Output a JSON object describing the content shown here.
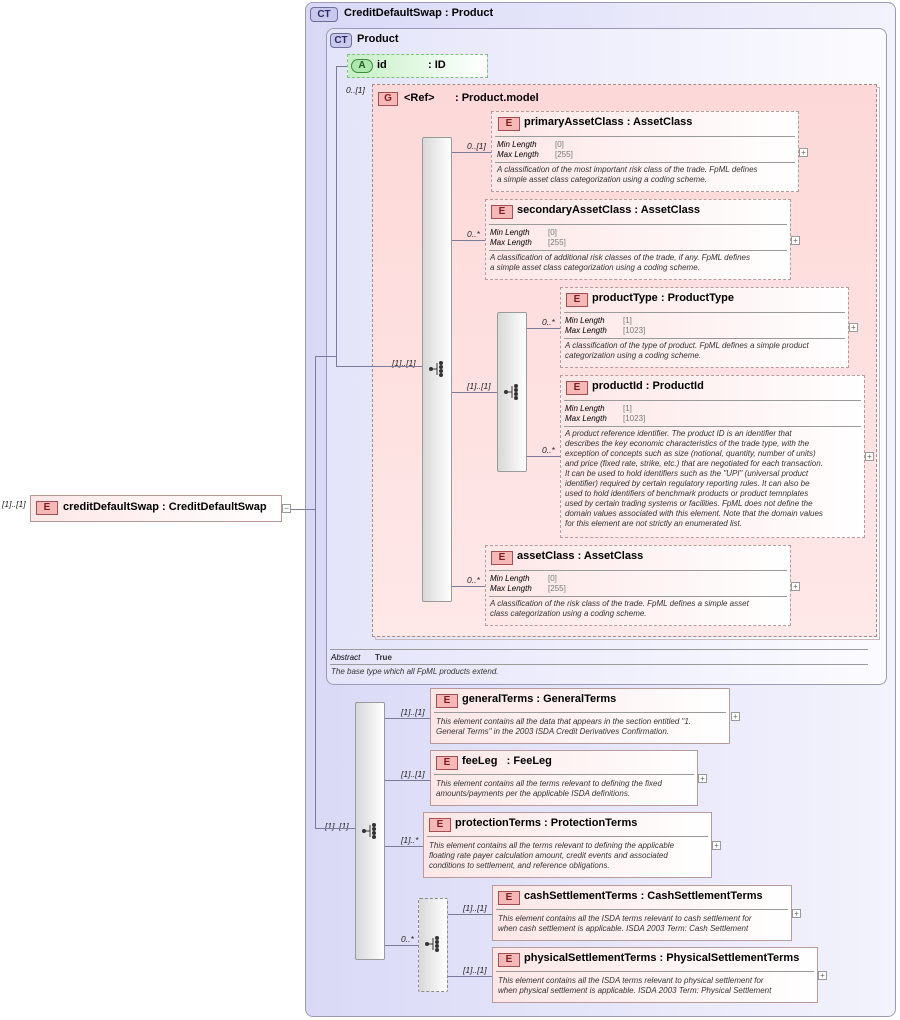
{
  "root": {
    "cardinality": "[1]..[1]",
    "badge": "E",
    "name": "creditDefaultSwap",
    "type": ": CreditDefaultSwap"
  },
  "complex_type": {
    "badge": "CT",
    "name": "CreditDefaultSwap",
    "type": ": Product"
  },
  "product": {
    "badge": "CT",
    "name": "Product",
    "attribute": {
      "badge": "A",
      "name": "id",
      "type": ": ID"
    },
    "group": {
      "cardinality": "0..[1]",
      "badge": "G",
      "name": "<Ref>",
      "type": ": Product.model",
      "seq_cardinality": "[1]..[1]"
    },
    "abstract_label": "Abstract",
    "abstract_value": "True",
    "description": "The base type which all FpML products extend."
  },
  "facet_labels": {
    "min": "Min Length",
    "max": "Max Length"
  },
  "elements": {
    "primaryAssetClass": {
      "badge": "E",
      "name": "primaryAssetClass",
      "type": ": AssetClass",
      "cardinality": "0..[1]",
      "min": "[0]",
      "max": "[255]",
      "doc": [
        "A classification of the most important risk class of the trade. FpML defines",
        "a simple asset class categorization using a coding scheme."
      ]
    },
    "secondaryAssetClass": {
      "badge": "E",
      "name": "secondaryAssetClass",
      "type": ": AssetClass",
      "cardinality": "0..*",
      "min": "[0]",
      "max": "[255]",
      "doc": [
        "A classification of additional risk classes of the trade, if any. FpML defines",
        "a simple asset class categorization using a coding scheme."
      ]
    },
    "productType": {
      "badge": "E",
      "name": "productType",
      "type": ": ProductType",
      "cardinality": "0..*",
      "min": "[1]",
      "max": "[1023]",
      "doc": [
        "A classification of the type of product. FpML defines a simple product",
        "categorization using a coding scheme."
      ]
    },
    "productId": {
      "badge": "E",
      "name": "productId",
      "type": ": ProductId",
      "cardinality": "0..*",
      "min": "[1]",
      "max": "[1023]",
      "doc": [
        "A product reference identifier. The product ID is an identifier that",
        "describes the key economic characteristics of the trade type, with the",
        "exception of concepts such as size (notional, quantity, number of units)",
        "and price (fixed rate, strike, etc.) that are negotiated for each transaction.",
        "It can be used to hold identifiers such as the \"UPI\" (universal product",
        "identifier) required by certain regulatory reporting rules. It can also be",
        "used to hold identifiers of benchmark products or product temnplates",
        "used by certain trading systems or facilities. FpML does not define the",
        "domain values associated with this element. Note that the domain values",
        "for this element are not strictly an enumerated list."
      ]
    },
    "choice_cardinality": "[1]..[1]",
    "assetClass": {
      "badge": "E",
      "name": "assetClass",
      "type": ": AssetClass",
      "cardinality": "0..*",
      "min": "[0]",
      "max": "[255]",
      "doc": [
        "A classification of the risk class of the trade. FpML defines a simple asset",
        "class categorization using a coding scheme."
      ]
    },
    "seq_cardinality": "[1]..[1]",
    "generalTerms": {
      "badge": "E",
      "name": "generalTerms",
      "type": ": GeneralTerms",
      "cardinality": "[1]..[1]",
      "doc": [
        "This element contains all the data that appears in the section entitled \"1.",
        "General Terms\" in the 2003 ISDA Credit Derivatives Confirmation."
      ]
    },
    "feeLeg": {
      "badge": "E",
      "name": "feeLeg",
      "type": ": FeeLeg",
      "cardinality": "[1]..[1]",
      "doc": [
        "This element contains all the terms relevant to defining the fixed",
        "amounts/payments per the applicable ISDA definitions."
      ]
    },
    "protectionTerms": {
      "badge": "E",
      "name": "protectionTerms",
      "type": ": ProtectionTerms",
      "cardinality": "[1]..*",
      "doc": [
        "This element contains all the terms relevant to defining the applicable",
        "floating rate payer calculation amount, credit events and associated",
        "conditions to settlement, and reference obligations."
      ]
    },
    "settlement_choice_cardinality": "0..*",
    "cashSettlementTerms": {
      "badge": "E",
      "name": "cashSettlementTerms",
      "type": ": CashSettlementTerms",
      "cardinality": "[1]..[1]",
      "doc": [
        "This element contains all the ISDA terms relevant to cash settlement for",
        "when cash settlement is applicable. ISDA 2003 Term: Cash Settlement"
      ]
    },
    "physicalSettlementTerms": {
      "badge": "E",
      "name": "physicalSettlementTerms",
      "type": ": PhysicalSettlementTerms",
      "cardinality": "[1]..[1]",
      "doc": [
        "This element contains all the ISDA terms relevant to physical settlement for",
        "when physical settlement is applicable. ISDA 2003 Term: Physical Settlement"
      ]
    }
  }
}
